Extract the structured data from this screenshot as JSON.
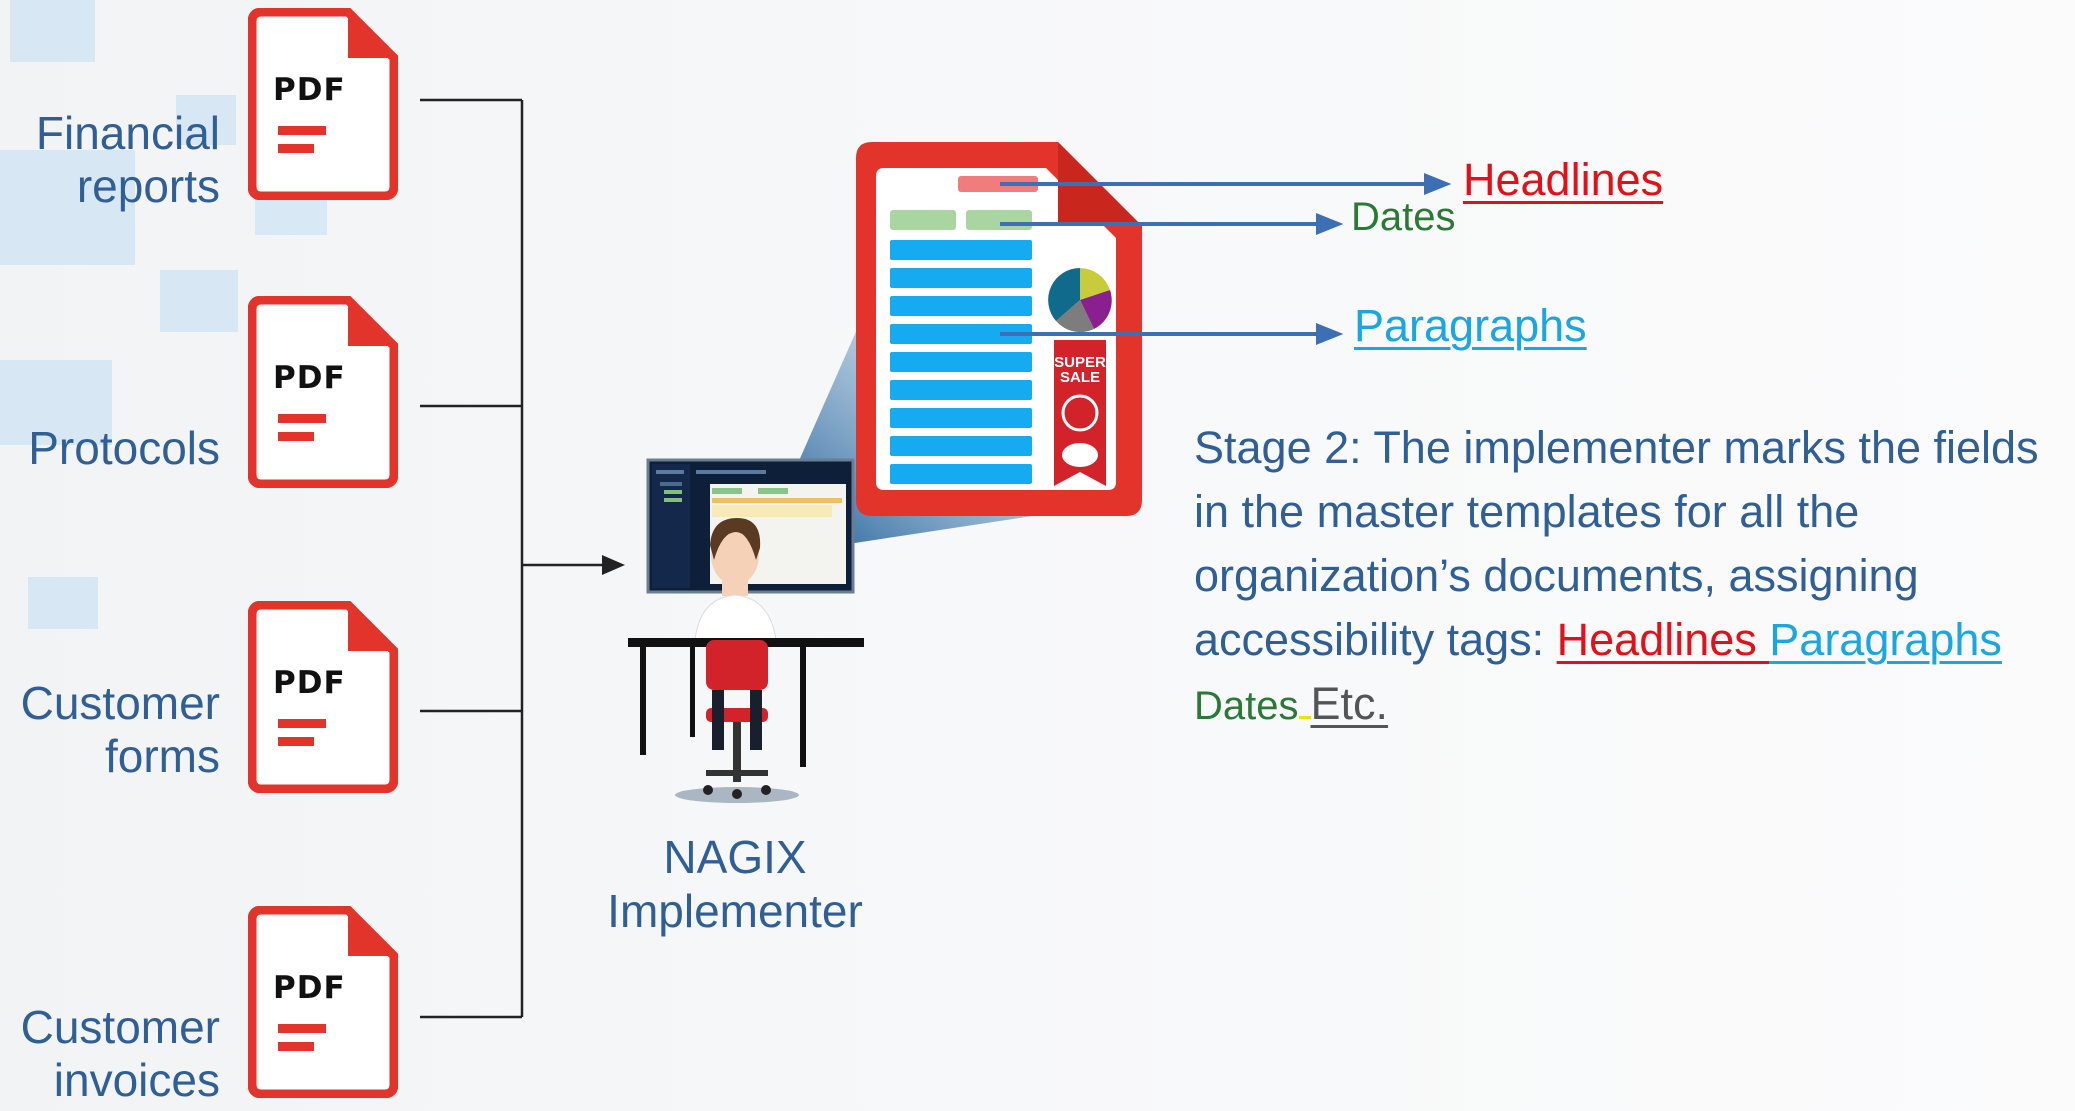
{
  "documents": [
    {
      "label": "Financial\nreports",
      "icon": "pdf-file-icon",
      "badge": "PDF"
    },
    {
      "label": "Protocols",
      "icon": "pdf-file-icon",
      "badge": "PDF"
    },
    {
      "label": "Customer\nforms",
      "icon": "pdf-file-icon",
      "badge": "PDF"
    },
    {
      "label": "Customer\ninvoices",
      "icon": "pdf-file-icon",
      "badge": "PDF"
    }
  ],
  "implementer": {
    "name": "NAGIX",
    "role": "Implementer"
  },
  "template": {
    "banner_line1": "SUPER",
    "banner_line2": "SALE"
  },
  "tags": {
    "headlines": "Headlines",
    "dates": "Dates",
    "paragraphs": "Paragraphs"
  },
  "stage": {
    "text": "Stage 2: The implementer marks the fields in the master templates for all the organization’s documents, assigning accessibility tags: ",
    "headlines": "Headlines ",
    "paragraphs": "Paragraphs",
    "dates": "Dates",
    "etc": "Etc."
  },
  "colors": {
    "pdf_red": "#e3342b",
    "label_blue": "#2f5f95",
    "headline_red": "#e3101a",
    "paragraph_blue": "#1aa6e0",
    "date_green": "#2a7a35",
    "arrow_blue": "#3d6fb4",
    "field_blue": "#16aaf0",
    "field_green": "#a9d6a0",
    "field_red": "#f07c7c"
  }
}
